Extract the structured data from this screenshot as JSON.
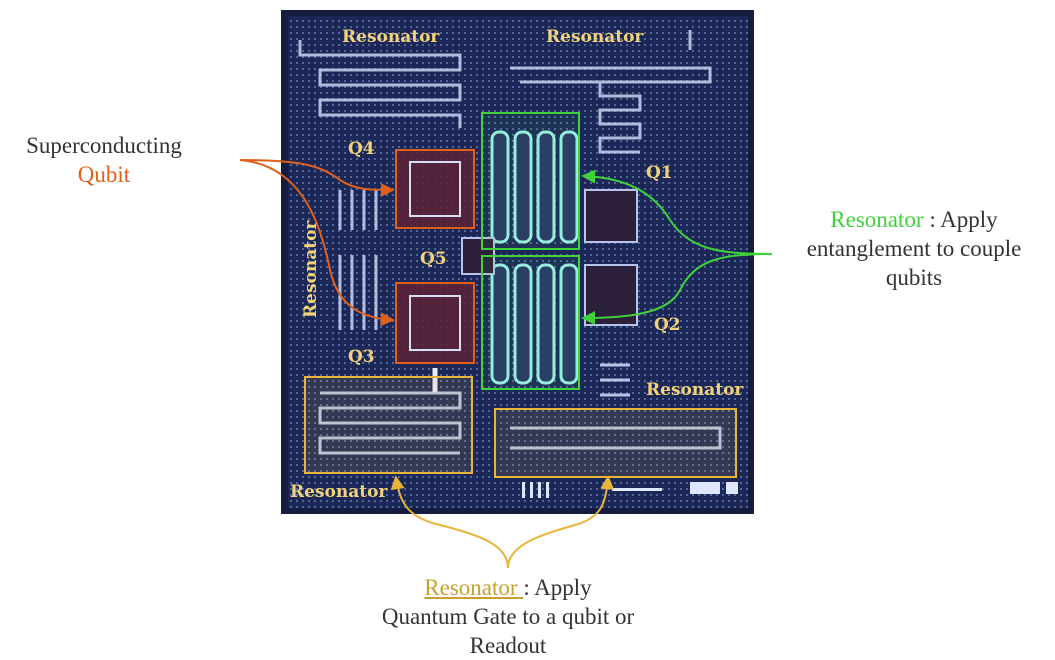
{
  "colors": {
    "qubit_accent": "#e0601a",
    "entangle_accent": "#3fd23a",
    "gate_accent": "#e7b53a",
    "chip_background": "#1a2550",
    "chip_label": "#f2d37a",
    "text": "#333333"
  },
  "chip": {
    "labels": {
      "resonator_top_left": "Resonator",
      "resonator_top_right": "Resonator",
      "resonator_left": "Resonator",
      "resonator_bottom_left": "Resonator",
      "resonator_bottom_right": "Resonator",
      "q1": "Q1",
      "q2": "Q2",
      "q3": "Q3",
      "q4": "Q4",
      "q5": "Q5"
    }
  },
  "annotations": {
    "qubit": {
      "line1": "Superconducting",
      "line2": "Qubit"
    },
    "entangle": {
      "highlight": "Resonator",
      "line1_rest": " : Apply",
      "line2": "entanglement to couple",
      "line3": "qubits"
    },
    "gate": {
      "highlight": "Resonator ",
      "line1_rest": ": Apply",
      "line2": "Quantum Gate to a qubit or",
      "line3": "Readout"
    }
  }
}
